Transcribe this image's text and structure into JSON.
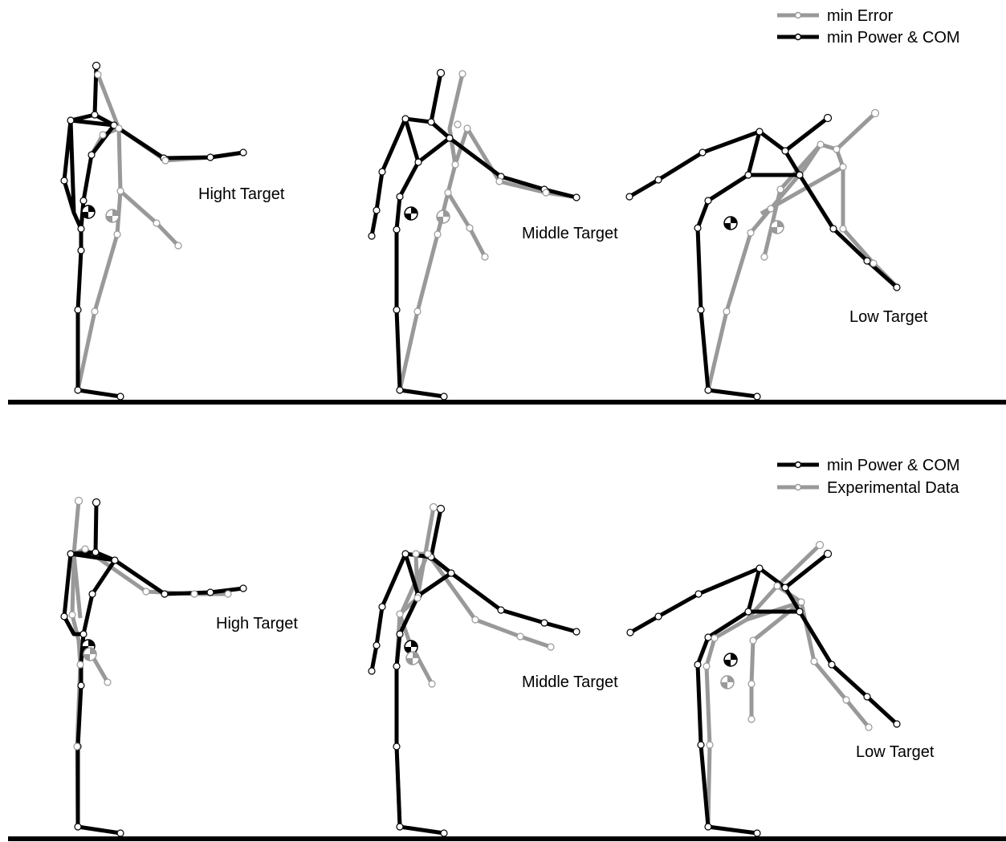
{
  "colors": {
    "black": "#000000",
    "gray": "#999999",
    "white": "#ffffff"
  },
  "panels": [
    {
      "legend": [
        {
          "label": "min Error",
          "color": "#999999"
        },
        {
          "label": "min Power & COM",
          "color": "#000000"
        }
      ],
      "targets": [
        "Hight Target",
        "Middle Target",
        "Low Target"
      ]
    },
    {
      "legend": [
        {
          "label": "min Power & COM",
          "color": "#000000"
        },
        {
          "label": "Experimental Data",
          "color": "#999999"
        }
      ],
      "targets": [
        "High Target",
        "Middle Target",
        "Low Target"
      ]
    }
  ]
}
